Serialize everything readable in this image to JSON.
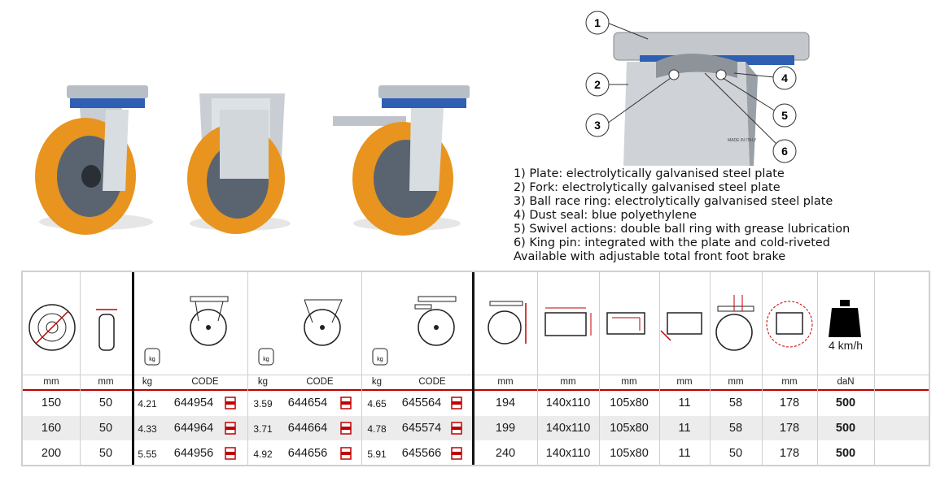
{
  "legend": {
    "lines": [
      "1) Plate: electrolytically galvanised steel plate",
      "2) Fork: electrolytically galvanised steel plate",
      "3) Ball race ring: electrolytically galvanised steel plate",
      "4) Dust seal: blue polyethylene",
      "5) Swivel actions: double ball ring with grease lubrication",
      "6) King pin: integrated with the plate and cold-riveted",
      "Available with adjustable total front foot brake"
    ]
  },
  "diagram": {
    "callouts": [
      "1",
      "2",
      "3",
      "4",
      "5",
      "6"
    ],
    "stamp_text": "MADE IN ITALY"
  },
  "table": {
    "speed": "4 km/h",
    "weight_badge": "kg",
    "units": [
      "mm",
      "mm",
      "kg",
      "CODE",
      "kg",
      "CODE",
      "kg",
      "CODE",
      "mm",
      "mm",
      "mm",
      "mm",
      "mm",
      "mm",
      "daN"
    ],
    "rows": [
      {
        "d": "150",
        "w": "50",
        "kg1": "4.21",
        "code1": "644954",
        "kg2": "3.59",
        "code2": "644654",
        "kg3": "4.65",
        "code3": "645564",
        "h": "194",
        "plate": "140x110",
        "holes": "105x80",
        "bolt": "11",
        "offset": "58",
        "radius": "178",
        "load": "500"
      },
      {
        "d": "160",
        "w": "50",
        "kg1": "4.33",
        "code1": "644964",
        "kg2": "3.71",
        "code2": "644664",
        "kg3": "4.78",
        "code3": "645574",
        "h": "199",
        "plate": "140x110",
        "holes": "105x80",
        "bolt": "11",
        "offset": "58",
        "radius": "178",
        "load": "500"
      },
      {
        "d": "200",
        "w": "50",
        "kg1": "5.55",
        "code1": "644956",
        "kg2": "4.92",
        "code2": "644656",
        "kg3": "5.91",
        "code3": "645566",
        "h": "240",
        "plate": "140x110",
        "holes": "105x80",
        "bolt": "11",
        "offset": "50",
        "radius": "178",
        "load": "500"
      }
    ]
  },
  "colors": {
    "wheel_orange": "#e8941f",
    "hub_grey": "#5a6470",
    "seal_blue": "#2f5fb3",
    "accent_red": "#c00000"
  }
}
